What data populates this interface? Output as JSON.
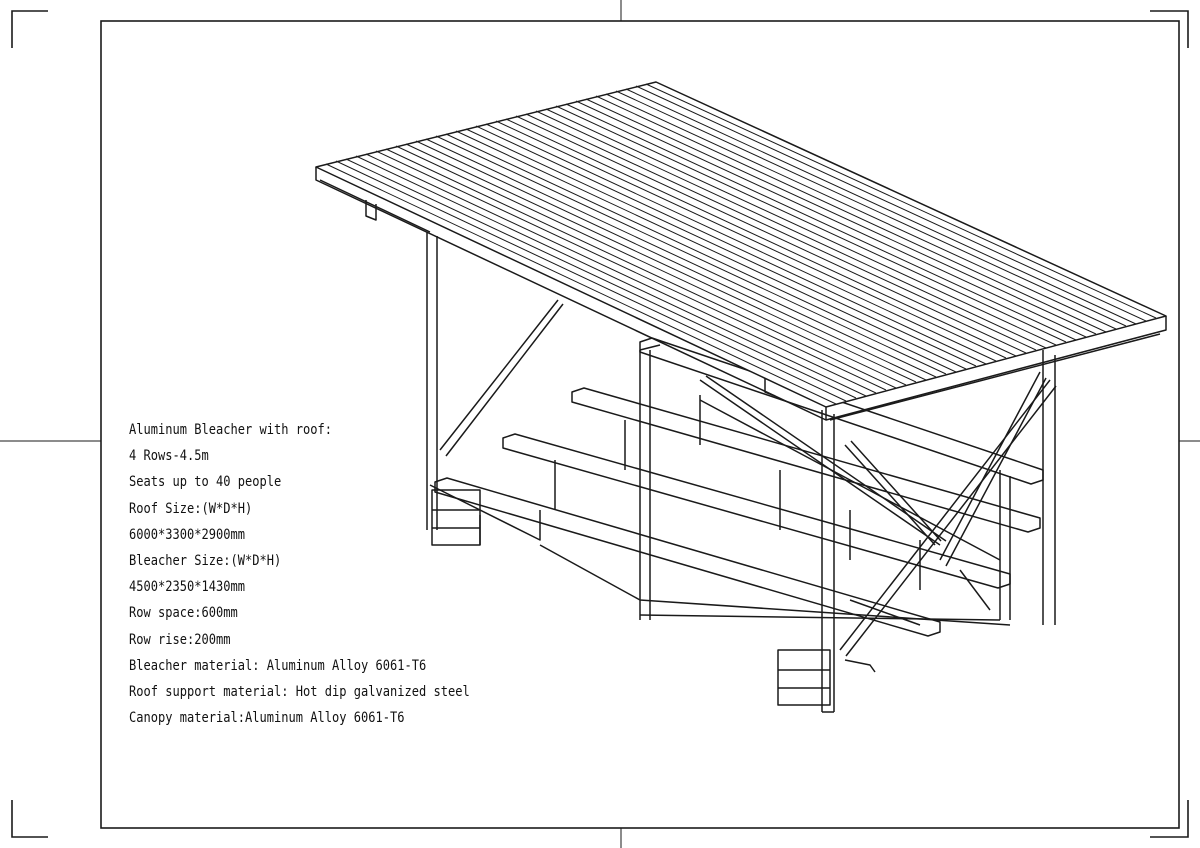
{
  "drawing": {
    "line_color": "#1a1a1a",
    "background": "#ffffff",
    "subject_icon": "bleacher-with-roof-line-drawing",
    "specs": [
      "Aluminum Bleacher with roof:",
      "4 Rows-4.5m",
      "Seats up to 40 people",
      "Roof Size:(W*D*H)",
      "6000*3300*2900mm",
      "Bleacher Size:(W*D*H)",
      "4500*2350*1430mm",
      "Row space:600mm",
      "Row rise:200mm",
      "Bleacher material: Aluminum Alloy 6061-T6",
      "Roof support material: Hot dip galvanized steel",
      "Canopy material:Aluminum Alloy 6061-T6"
    ]
  }
}
